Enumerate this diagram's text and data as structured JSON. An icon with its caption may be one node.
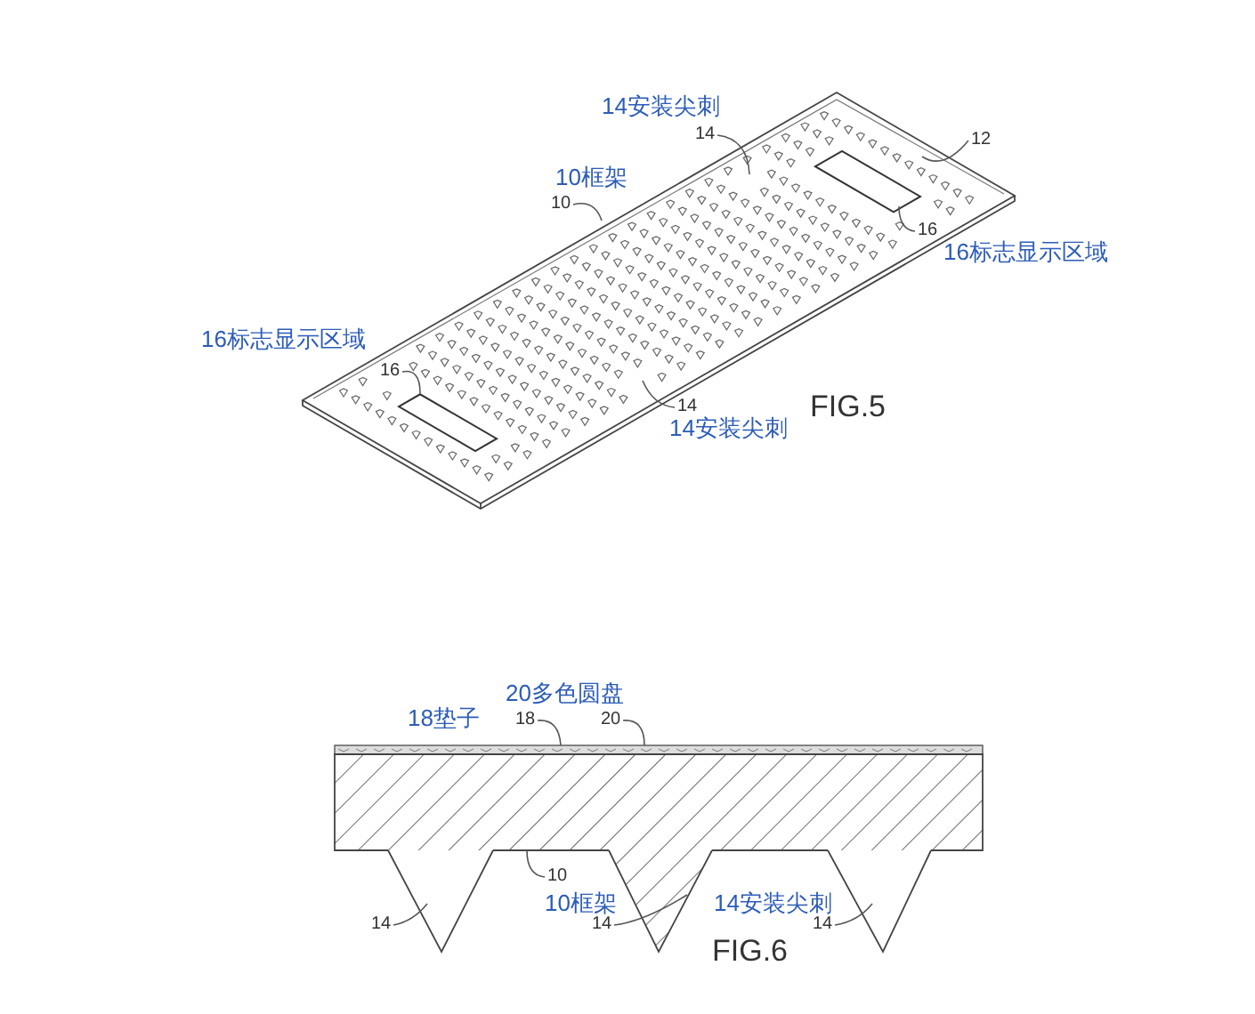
{
  "diagram": {
    "nodes": [
      {
        "text": [
          "14"
        ]
      },
      {
        "text": [
          "10"
        ]
      },
      {
        "text": [
          "12"
        ]
      },
      {
        "text": [
          "16"
        ]
      },
      {
        "text": [
          "16"
        ]
      },
      {
        "text": [
          "14"
        ]
      },
      {
        "text": [
          "18"
        ]
      },
      {
        "text": [
          "20"
        ]
      },
      {
        "text": [
          "10"
        ]
      },
      {
        "text": [
          "14"
        ]
      },
      {
        "text": [
          "14"
        ]
      },
      {
        "text": [
          "14"
        ]
      },
      {
        "text": [],
        "shape": "bar"
      },
      {
        "text": [],
        "shape": "box"
      }
    ],
    "edges": [
      {
        "from": 0,
        "to": null,
        "arrow": "none"
      },
      {
        "from": 1,
        "to": null,
        "arrow": "none"
      },
      {
        "from": 2,
        "to": null,
        "arrow": "none"
      },
      {
        "from": 3,
        "to": null,
        "arrow": "none"
      },
      {
        "from": 4,
        "to": null,
        "arrow": "none"
      },
      {
        "from": 5,
        "to": null,
        "arrow": "none"
      },
      {
        "from": 6,
        "to": 12,
        "arrow": "none"
      },
      {
        "from": 7,
        "to": 12,
        "arrow": "none"
      },
      {
        "from": 8,
        "to": 13,
        "arrow": "none"
      },
      {
        "from": 9,
        "to": null,
        "arrow": "none"
      },
      {
        "from": 10,
        "to": null,
        "arrow": "none"
      },
      {
        "from": 11,
        "to": null,
        "arrow": "none"
      }
    ],
    "labels": [
      "14安装尖刺",
      "10框架",
      "16标志显示区域",
      "16标志显示区域",
      "FIG.5",
      "14安装尖刺",
      "20多色圆盘",
      "18垫子",
      "10框架",
      "14安装尖刺",
      "FIG.6"
    ]
  }
}
